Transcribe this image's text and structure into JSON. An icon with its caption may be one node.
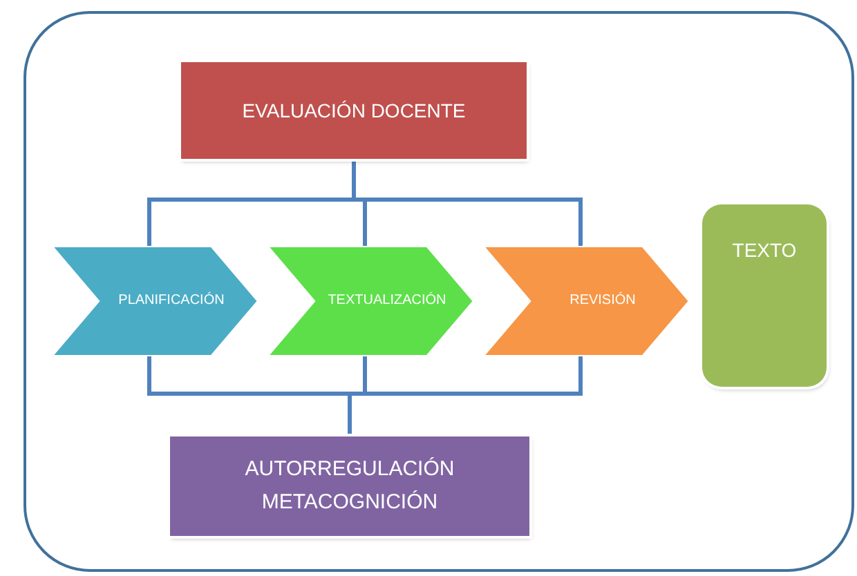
{
  "diagram": {
    "nodes": [
      {
        "text": [],
        "shape": "box"
      },
      {
        "text": [
          "EVALUACIÓN DOCENTE"
        ],
        "in": 0
      },
      {
        "text": [
          "PLANIFICACIÓN"
        ],
        "in": 0
      },
      {
        "text": [
          "TEXTUALIZACIÓN"
        ],
        "in": 0
      },
      {
        "text": [
          "REVISIÓN"
        ],
        "in": 0
      },
      {
        "text": [
          "TEXTO"
        ],
        "in": 0
      },
      {
        "text": [
          "AUTORREGULACIÓN METACOGNICIÓN"
        ],
        "in": 0
      }
    ],
    "edges": [
      {
        "from": 1,
        "to": 2,
        "arrow": "none"
      },
      {
        "from": 1,
        "to": 3,
        "arrow": "none"
      },
      {
        "from": 1,
        "to": 4,
        "arrow": "none"
      },
      {
        "from": 2,
        "to": 6,
        "arrow": "none"
      },
      {
        "from": 3,
        "to": 6,
        "arrow": "none"
      },
      {
        "from": 4,
        "to": 6,
        "arrow": "none"
      }
    ]
  }
}
